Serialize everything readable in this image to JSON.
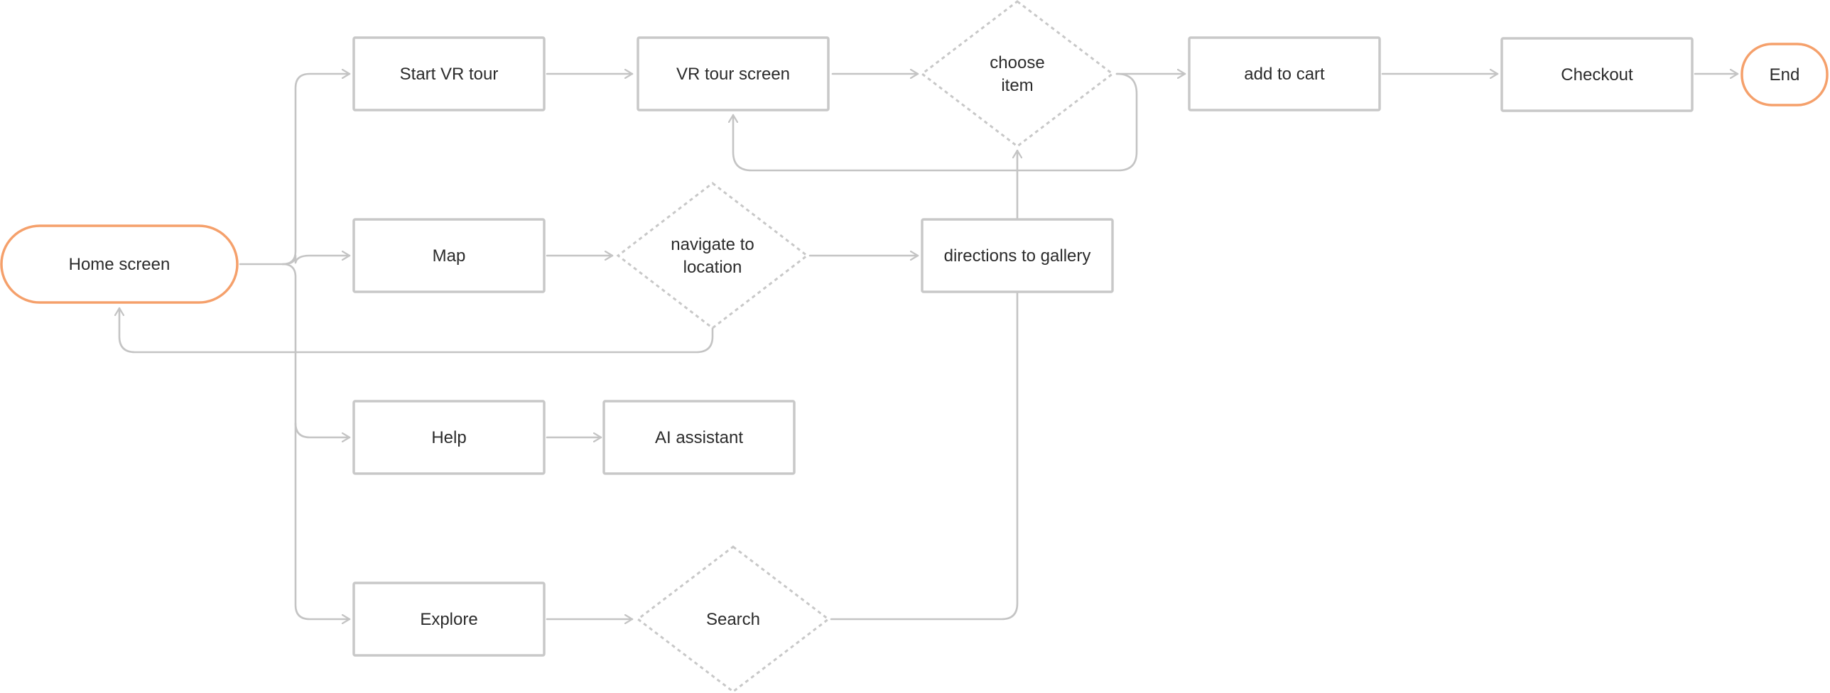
{
  "colors": {
    "terminal_stroke": "#f5a06b",
    "box_stroke": "#c8c8c8",
    "connector": "#c4c4c4",
    "text": "#2b2b2b",
    "background": "#ffffff"
  },
  "nodes": {
    "home": {
      "label": "Home screen"
    },
    "start_vr": {
      "label": "Start VR tour"
    },
    "vr_screen": {
      "label": "VR tour screen"
    },
    "choose_item": {
      "line1": "choose",
      "line2": "item"
    },
    "add_to_cart": {
      "label": "add to cart"
    },
    "checkout": {
      "label": "Checkout"
    },
    "end": {
      "label": "End"
    },
    "map": {
      "label": "Map"
    },
    "navigate": {
      "line1": "navigate to",
      "line2": "location"
    },
    "directions": {
      "label": "directions to gallery"
    },
    "help": {
      "label": "Help"
    },
    "ai_assistant": {
      "label": "AI assistant"
    },
    "explore": {
      "label": "Explore"
    },
    "search": {
      "label": "Search"
    }
  }
}
